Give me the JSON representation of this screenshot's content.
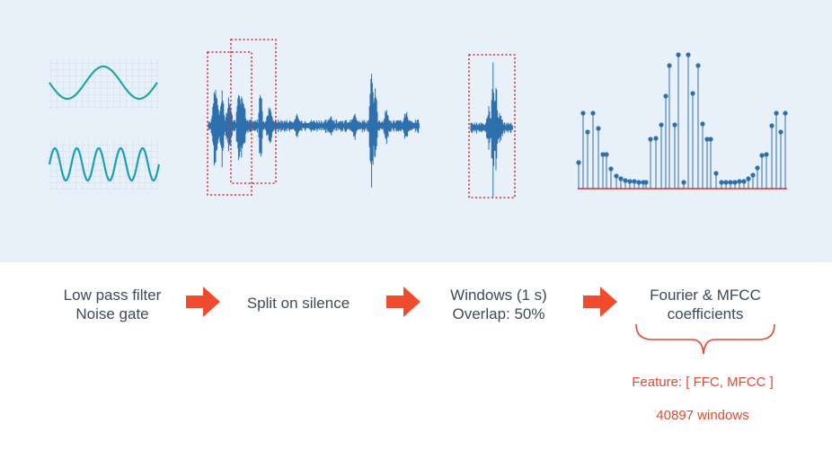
{
  "steps": [
    {
      "lines": [
        "Low pass filter",
        "Noise gate"
      ]
    },
    {
      "lines": [
        "Split on silence"
      ]
    },
    {
      "lines": [
        "Windows (1 s)",
        "Overlap: 50%"
      ]
    },
    {
      "lines": [
        "Fourier & MFCC",
        "coefficients"
      ]
    }
  ],
  "notes": {
    "feature": "Feature: [ FFC, MFCC ]",
    "windows_count": "40897 windows"
  },
  "colors": {
    "panel_bg": "#e8f1fa",
    "waveform": "#2e6fad",
    "sine_a": "#1fa7a6",
    "sine_b": "#1aa0b4",
    "window_box": "#d9302b",
    "stem": "#2e6fad",
    "baseline": "#d9302b",
    "arrow": "#ef4b2c",
    "text": "#3d4a5c",
    "note_text": "#e8472e"
  },
  "icons": [
    "low-freq-sine-icon",
    "high-freq-sine-icon",
    "audio-waveform-icon",
    "window-box-icon",
    "stem-plot-icon",
    "right-arrow-icon",
    "curly-brace-icon"
  ]
}
